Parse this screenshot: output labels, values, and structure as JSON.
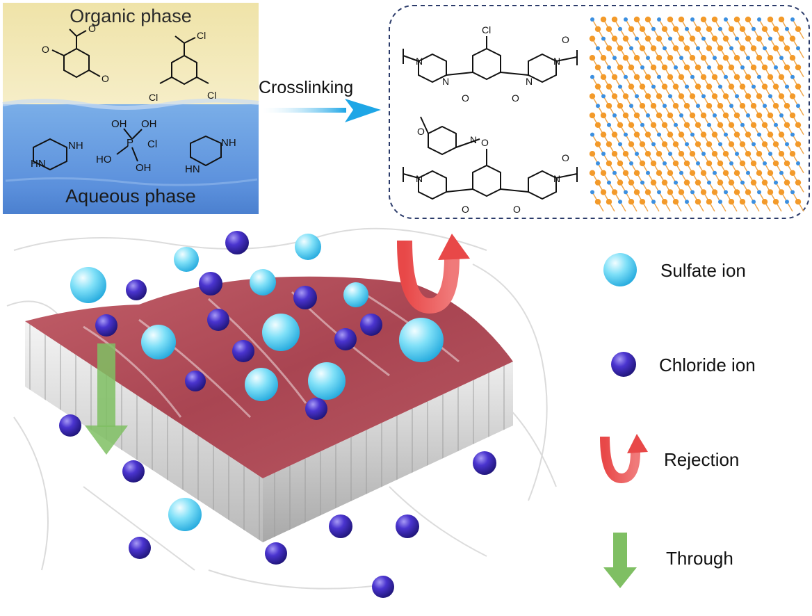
{
  "reaction_panel": {
    "organic_label": "Organic phase",
    "aqueous_label": "Aqueous phase",
    "arrow_label": "Crosslinking",
    "chem_labels": {
      "acyl_chloride": "Cl",
      "carboxylate": "O",
      "hydroxyl": "OH",
      "hydroxyl_left": "HO",
      "phosphorus": "P",
      "chloride_counter": "Cl",
      "amine_nh": "NH",
      "amine_hn": "HN",
      "nitrogen": "N",
      "oxygen": "O"
    }
  },
  "legend": {
    "items": [
      {
        "label": "Sulfate ion",
        "symbol": "sulfate-sphere",
        "color": "#4fd1f2"
      },
      {
        "label": "Chloride ion",
        "symbol": "chloride-sphere",
        "color": "#3a28b8"
      },
      {
        "label": "Rejection",
        "symbol": "rejection-arrow",
        "color": "#e94b4b"
      },
      {
        "label": "Through",
        "symbol": "through-arrow",
        "color": "#7fbf63"
      }
    ]
  },
  "colors": {
    "organic_phase": "#f3e8b4",
    "aqueous_phase": "#6a9ee0",
    "arrow": "#2aa8e0",
    "membrane_top": "#b9555f",
    "lattice_orange": "#f39a2a",
    "lattice_blue": "#3b8fe0"
  }
}
